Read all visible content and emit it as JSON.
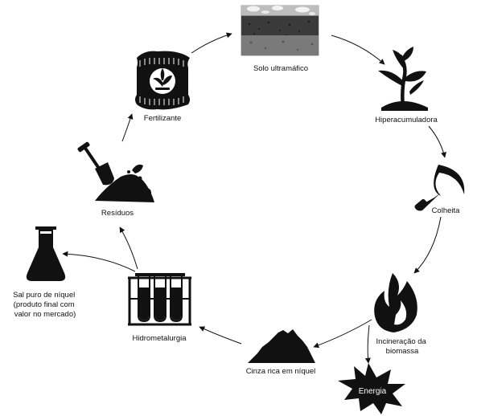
{
  "nodes": {
    "solo": {
      "label": "Solo ultramáfico",
      "icon": "soil-layers-icon"
    },
    "hiper": {
      "label": "Hiperacumuladora",
      "icon": "plant-icon"
    },
    "colheita": {
      "label": "Colheita",
      "icon": "sickle-icon"
    },
    "incineracao": {
      "label_lines": [
        "Incineração da",
        "biomassa"
      ],
      "icon": "flame-icon"
    },
    "energia": {
      "label": "Energia",
      "icon": "starburst-icon"
    },
    "cinza": {
      "label": "Cinza rica em níquel",
      "icon": "ash-pile-icon"
    },
    "hidro": {
      "label": "Hidrometalurgia",
      "icon": "test-tube-rack-icon"
    },
    "sal": {
      "label_lines": [
        "Sal puro de níquel",
        "(produto final com",
        "valor no mercado)"
      ],
      "icon": "flask-icon"
    },
    "residuos": {
      "label": "Resíduos",
      "icon": "shovel-pile-icon"
    },
    "fertilizante": {
      "label": "Fertilizante",
      "icon": "fertilizer-bag-icon"
    }
  }
}
